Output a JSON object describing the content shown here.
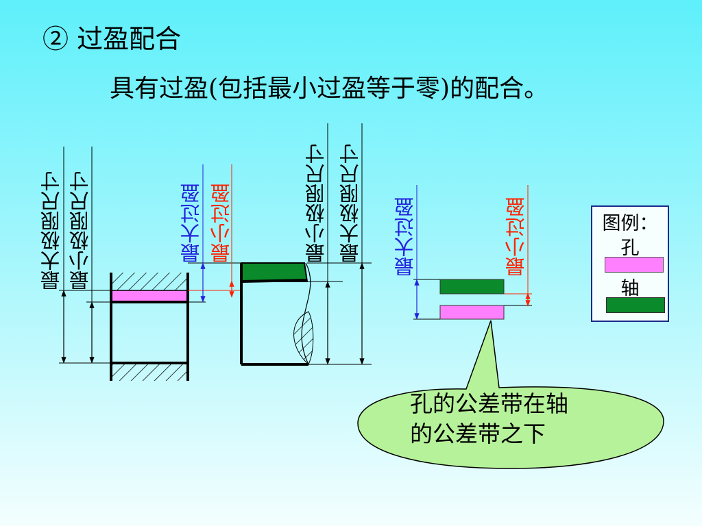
{
  "heading": "②  过盈配合",
  "definition": "具有过盈(包括最小过盈等于零)的配合。",
  "hole_part": {
    "label_max": "最大极限尺寸",
    "label_min": "最小极限尺寸"
  },
  "interference": {
    "max_label": "最大过盈",
    "min_label": "最小过盈"
  },
  "shaft_part": {
    "label_min": "最小极限尺寸",
    "label_max": "最大极限尺寸"
  },
  "zone_diagram": {
    "max_label": "最大过盈",
    "min_label": "最小过盈"
  },
  "legend": {
    "title": "图例：",
    "hole": "孔",
    "shaft": "轴"
  },
  "callout": {
    "line1": "孔的公差带在轴",
    "line2": "的公差带之下"
  },
  "colors": {
    "hole_zone": "#ff80ff",
    "shaft_zone": "#0a8a2a",
    "max_interference": "#2222dd",
    "min_interference": "#ff2200",
    "callout_fill": "#b6f29a"
  }
}
